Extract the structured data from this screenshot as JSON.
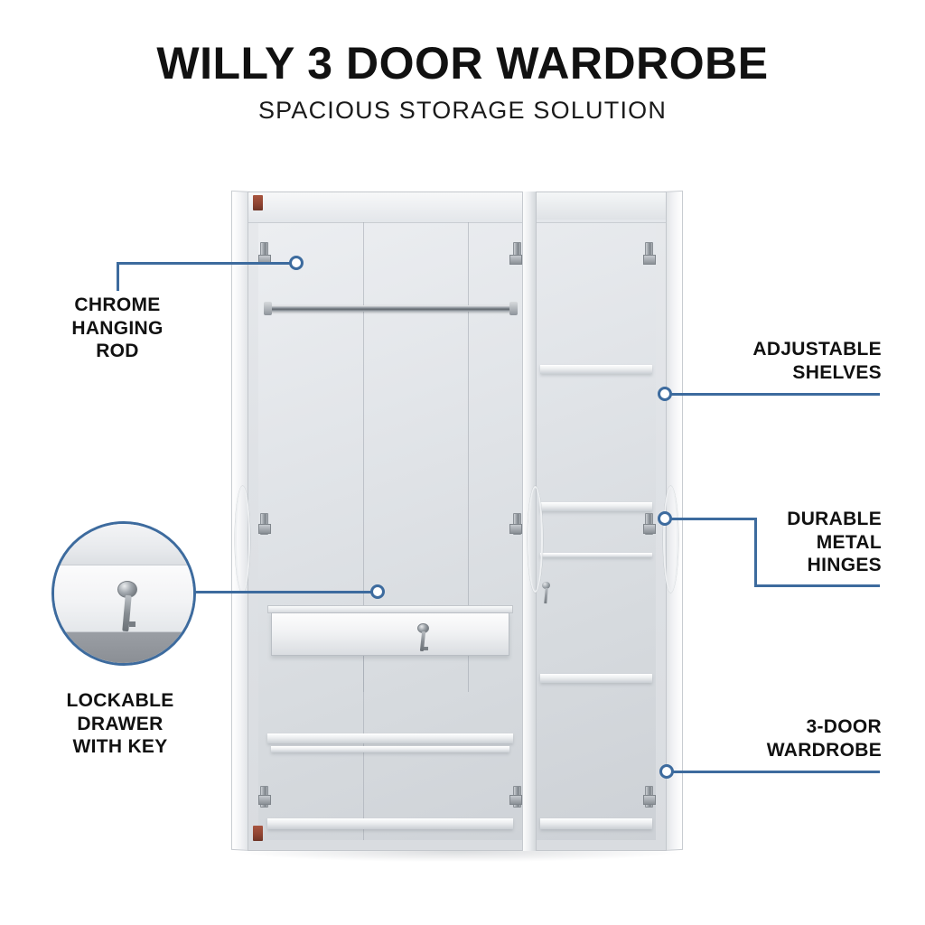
{
  "header": {
    "title": "WILLY 3 DOOR WARDROBE",
    "subtitle": "SPACIOUS STORAGE SOLUTION"
  },
  "theme": {
    "accent_blue": "#3d6b9e",
    "text_color": "#111111",
    "background": "#ffffff"
  },
  "callouts": {
    "chrome_rod": {
      "line1": "CHROME",
      "line2": "HANGING",
      "line3": "ROD",
      "side": "left"
    },
    "lockable_drawer": {
      "line1": "LOCKABLE",
      "line2": "DRAWER",
      "line3": "WITH KEY",
      "side": "left",
      "has_magnifier": "true"
    },
    "adjustable_shelves": {
      "line1": "ADJUSTABLE",
      "line2": "SHELVES",
      "side": "right"
    },
    "durable_hinges": {
      "line1": "DURABLE",
      "line2": "METAL",
      "line3": "HINGES",
      "side": "right"
    },
    "three_door": {
      "line1": "3-DOOR",
      "line2": "WARDROBE",
      "side": "right"
    }
  },
  "product": {
    "name": "Willy 3 Door Wardrobe",
    "door_count": "3",
    "features": {
      "hanging_rod": "chrome-hanging-rod",
      "drawer": "lockable-drawer-with-key",
      "shelves": "adjustable-shelves",
      "hinges": "durable-metal-hinges"
    }
  }
}
